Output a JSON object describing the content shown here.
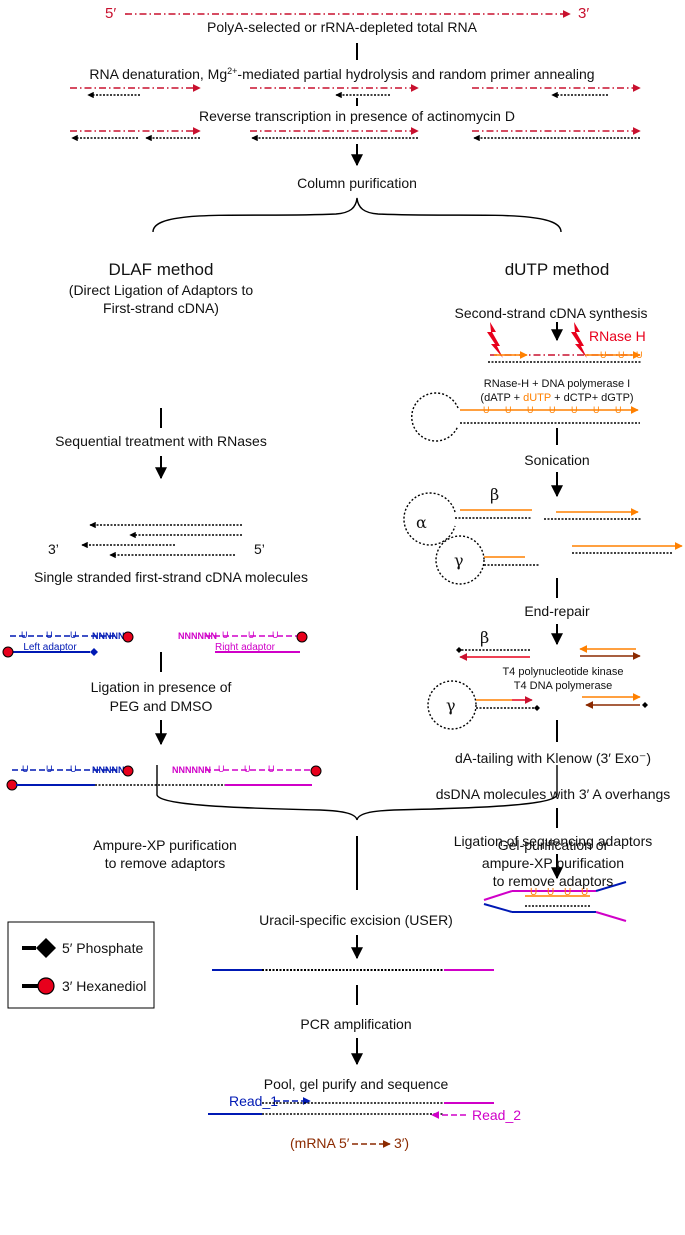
{
  "labels": {
    "five_prime": "5′",
    "three_prime": "3′",
    "step_input": "PolyA-selected or rRNA-depleted total RNA",
    "step_denat_a": "RNA denaturation, Mg",
    "step_denat_sup": "2+",
    "step_denat_b": "-mediated partial hydrolysis and random primer annealing",
    "step_rt": "Reverse transcription in presence of actinomycin D",
    "step_column": "Column purification",
    "dlaf_title": "DLAF method",
    "dlaf_sub1": "(Direct Ligation of Adaptors to",
    "dlaf_sub2": "First-strand cDNA)",
    "dutp_title": "dUTP method",
    "second_strand": "Second-strand cDNA synthesis",
    "rnase_h": "RNase H",
    "rnaseh_pol": "RNase-H + DNA polymerase I",
    "dntp_a": "(dATP + ",
    "dntp_dutp": "dUTP",
    "dntp_b": " + dCTP+ dGTP)",
    "sonication": "Sonication",
    "alpha": "α",
    "beta": "β",
    "gamma": "γ",
    "end_repair": "End-repair",
    "t4_pnk": "T4 polynucleotide kinase",
    "t4_pol": "T4 DNA polymerase",
    "da_tailing": "dA-tailing with Klenow (3′ Exo⁻)",
    "a_overhangs": "dsDNA molecules with 3′ A overhangs",
    "lig_seq": "Ligation of sequencing adaptors",
    "seq_rnase": "Sequential treatment with RNases",
    "three_p_plain": "3’",
    "five_p_plain": "5’",
    "single_stranded": "Single stranded first-strand cDNA molecules",
    "left_adaptor": "Left adaptor",
    "right_adaptor": "Right adaptor",
    "lig_peg1": "Ligation in presence of",
    "lig_peg2": "PEG and DMSO",
    "ampure1": "Ampure-XP purification",
    "ampure2": "to remove adaptors",
    "gel1": "Gel-purification or",
    "gel2": "ampure-XP purification",
    "gel3": "to remove adaptors",
    "user": "Uracil-specific excision (USER)",
    "legend_phosphate": "5′ Phosphate",
    "legend_hexanediol": "3′ Hexanediol",
    "pcr": "PCR amplification",
    "pool": "Pool, gel purify and sequence",
    "read1": "Read_1",
    "read2": "Read_2",
    "mrna_a": "(mRNA 5′",
    "mrna_b": "3′)",
    "u": "U",
    "nnnnnn": "NNNNNN"
  },
  "colors": {
    "rna": "#c8102e",
    "cdna": "#000000",
    "dutp_strand": "#ff8000",
    "left_adaptor": "#0019b4",
    "right_adaptor": "#d000c8",
    "mrna_arrow": "#8b2a00",
    "hexanediol": "#e8001c"
  },
  "icons": [
    "lightning-bolt-icon",
    "diamond-phosphate-icon",
    "circle-hexanediol-icon"
  ]
}
